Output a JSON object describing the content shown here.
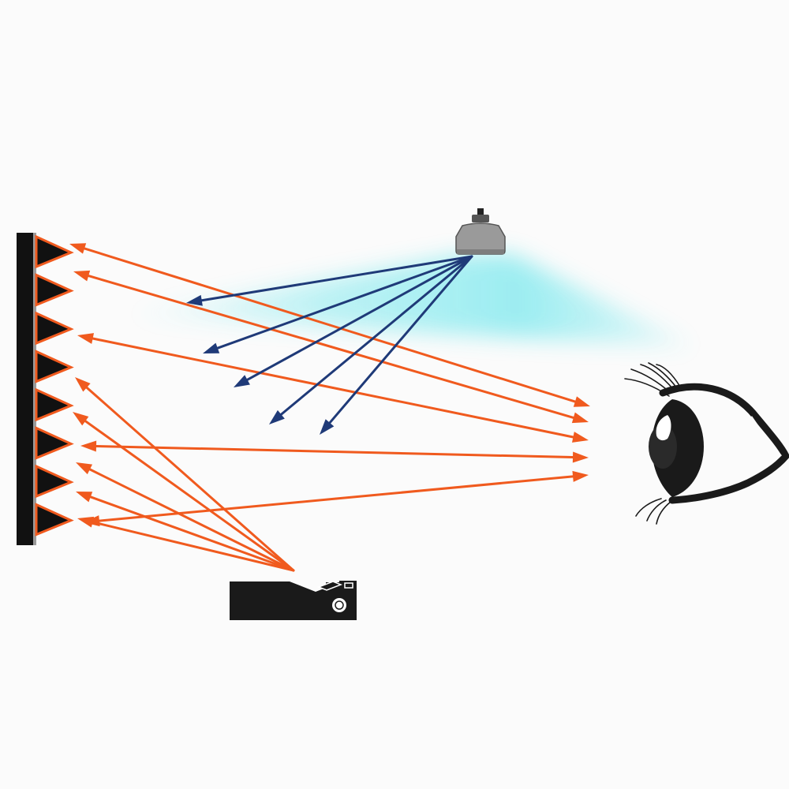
{
  "colors": {
    "background": "#fbfbfb",
    "retroreflected_ray": "#f05a1e",
    "ambient_ray": "#1f3a78",
    "ambient_glow": "#7fe9ee",
    "screen": "#111111",
    "screen_edge": "#9a9a9a",
    "ceiling_light_body": "#9a9a9a",
    "projector_body": "#1a1a1a",
    "eye": "#1a1a1a"
  },
  "icons": {
    "screen": "retroreflective-screen-icon",
    "ceiling_light": "ceiling-lamp-icon",
    "projector": "projector-icon",
    "eye": "eye-icon"
  },
  "diagram": {
    "retroreflective_elements": 8,
    "retroreflected_rays_to_eye": 5,
    "retroreflected_rays_from_projector": 5,
    "ambient_light_rays_scattered": 5
  }
}
